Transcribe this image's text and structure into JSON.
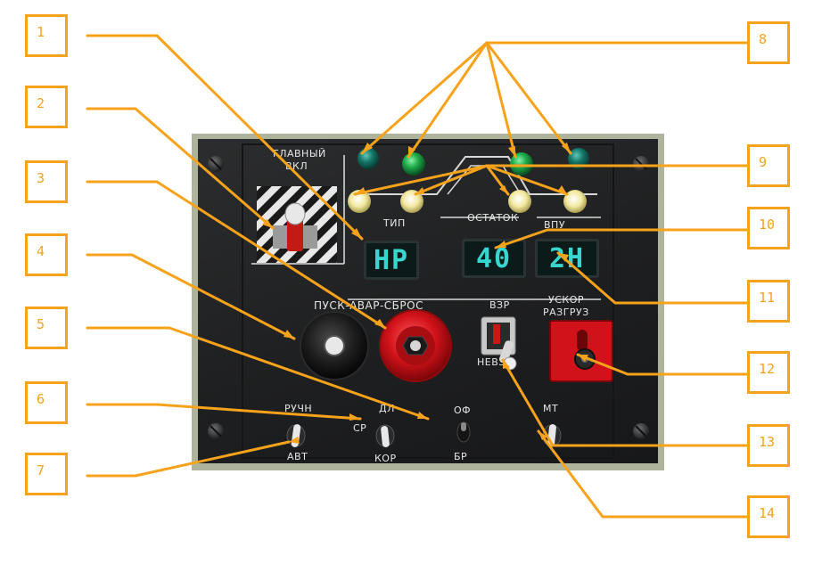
{
  "panel": {
    "label_main_on": "ГЛАВНЫЙ",
    "label_main_on_2": "ВКЛ",
    "label_type": "ТИП",
    "label_remaining": "ОСТАТОК",
    "label_vpu": "ВПУ",
    "label_launch": "ПУСК-АВАР-СБРОС",
    "label_vzr": "ВЗР",
    "label_nevzr": "НЕВЗР",
    "label_uskor": "УСКОР",
    "label_razgruz": "РАЗГРУЗ",
    "label_ruchn": "РУЧН",
    "label_avt": "АВТ",
    "label_dl": "ДЛ",
    "label_sr": "СР",
    "label_kor": "КОР",
    "label_of": "ОФ",
    "label_br": "БР",
    "label_mt": "МТ",
    "display_type": "НР",
    "display_remaining": "40",
    "display_vpu": "2Н"
  },
  "callouts": [
    {
      "num": "1"
    },
    {
      "num": "2"
    },
    {
      "num": "3"
    },
    {
      "num": "4"
    },
    {
      "num": "5"
    },
    {
      "num": "6"
    },
    {
      "num": "7"
    },
    {
      "num": "8"
    },
    {
      "num": "9"
    },
    {
      "num": "10"
    },
    {
      "num": "11"
    },
    {
      "num": "12"
    },
    {
      "num": "13"
    },
    {
      "num": "14"
    }
  ],
  "colors": {
    "callout": "#f7a21b",
    "lcd_text": "#39d6cf",
    "lamp_green": "#1fae4a",
    "lamp_yellow": "#f3e9a2",
    "button_red": "#d2121a"
  }
}
